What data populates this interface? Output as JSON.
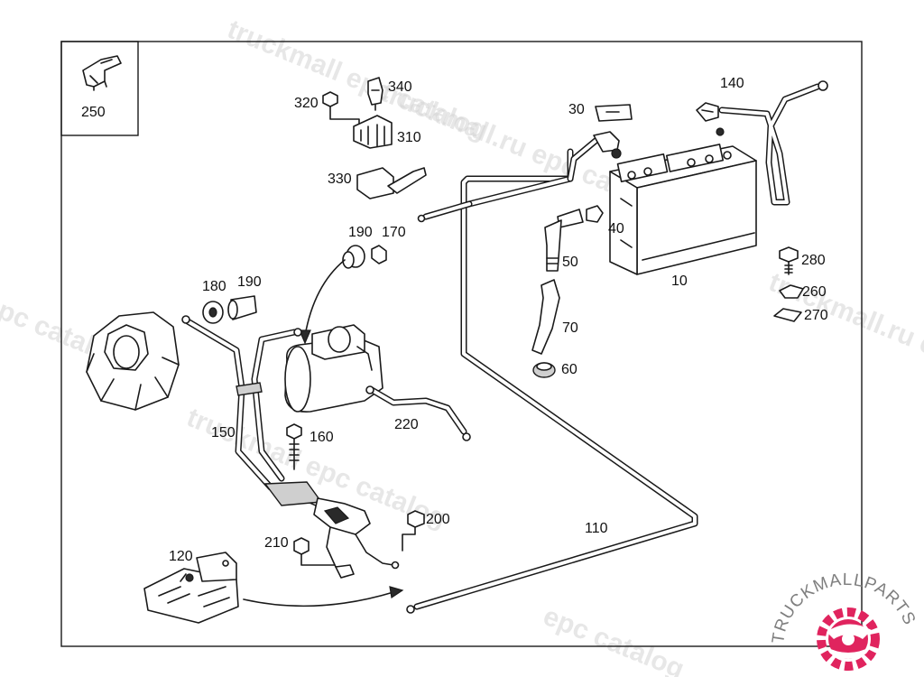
{
  "watermark": {
    "text_a": "truckmall epc catalog",
    "text_b": "truckmall.ru epc catalog",
    "text_c": "epc catalog"
  },
  "logo": {
    "text": "TRUCKMALLPARTS",
    "accent_color": "#e0245e",
    "text_color": "#7f7f7f"
  },
  "inset": {
    "label": "250"
  },
  "part_labels": {
    "p10": "10",
    "p30": "30",
    "p40": "40",
    "p50": "50",
    "p60": "60",
    "p70": "70",
    "p110": "110",
    "p120": "120",
    "p140": "140",
    "p150": "150",
    "p160": "160",
    "p170": "170",
    "p180": "180",
    "p190a": "190",
    "p190b": "190",
    "p200": "200",
    "p210": "210",
    "p220": "220",
    "p260": "260",
    "p270": "270",
    "p280": "280",
    "p310": "310",
    "p320": "320",
    "p330": "330",
    "p340": "340"
  }
}
